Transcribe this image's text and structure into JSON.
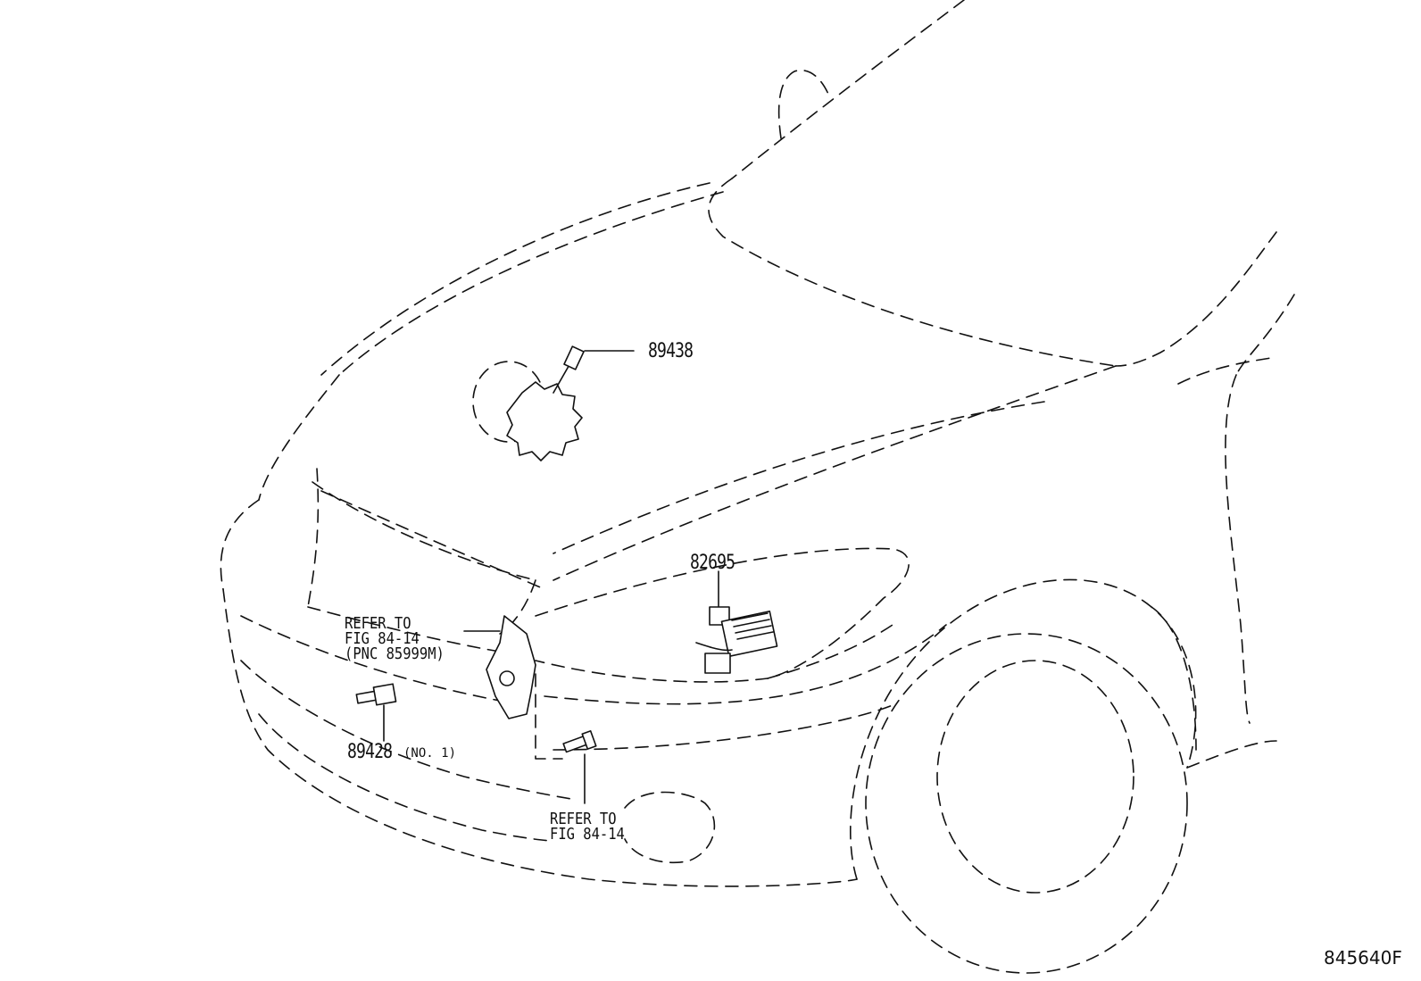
{
  "callouts": {
    "part_89438": "89438",
    "part_82695": "82695",
    "part_89428": "89428",
    "part_89428_note": "(NO. 1)",
    "refer_left": {
      "line1": "REFER TO",
      "line2": "FIG 84-14",
      "line3": "(PNC 85999M)"
    },
    "refer_bottom": {
      "line1": "REFER TO",
      "line2": "FIG 84-14"
    }
  },
  "figure_id": "845640F"
}
